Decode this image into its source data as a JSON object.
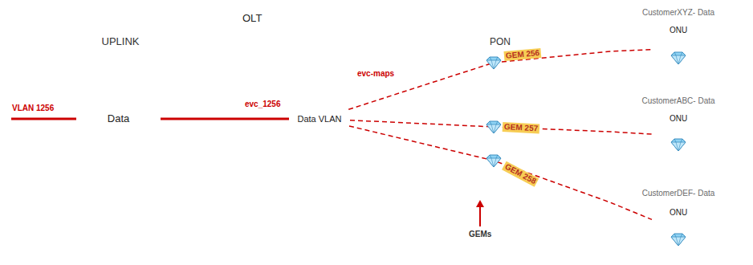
{
  "diagram": {
    "nodes": [
      {
        "text": [
          "UPLINK"
        ]
      },
      {
        "text": [
          "Data"
        ],
        "in": 0
      },
      {
        "text": [
          "OLT"
        ]
      },
      {
        "text": [
          "Data VLAN"
        ],
        "in": 2
      },
      {
        "text": [
          "PON"
        ]
      },
      {
        "text": [
          "CustomerXYZ- Data",
          "ONU"
        ]
      },
      {
        "text": [
          "CustomerABC- Data",
          "ONU"
        ]
      },
      {
        "text": [
          "CustomerDEF- Data",
          "ONU"
        ]
      }
    ],
    "edges": [
      {
        "from": 1,
        "to": 3,
        "arrow": "none",
        "label": "evc_1256"
      },
      {
        "from": 3,
        "to": 5,
        "arrow": "none",
        "label": "GEM 256"
      },
      {
        "from": 3,
        "to": 6,
        "arrow": "none",
        "label": "GEM 257"
      },
      {
        "from": 3,
        "to": 7,
        "arrow": "none",
        "label": "GEM 258"
      }
    ],
    "labels": [
      "VLAN 1256",
      "evc-maps",
      "GEMs"
    ]
  }
}
